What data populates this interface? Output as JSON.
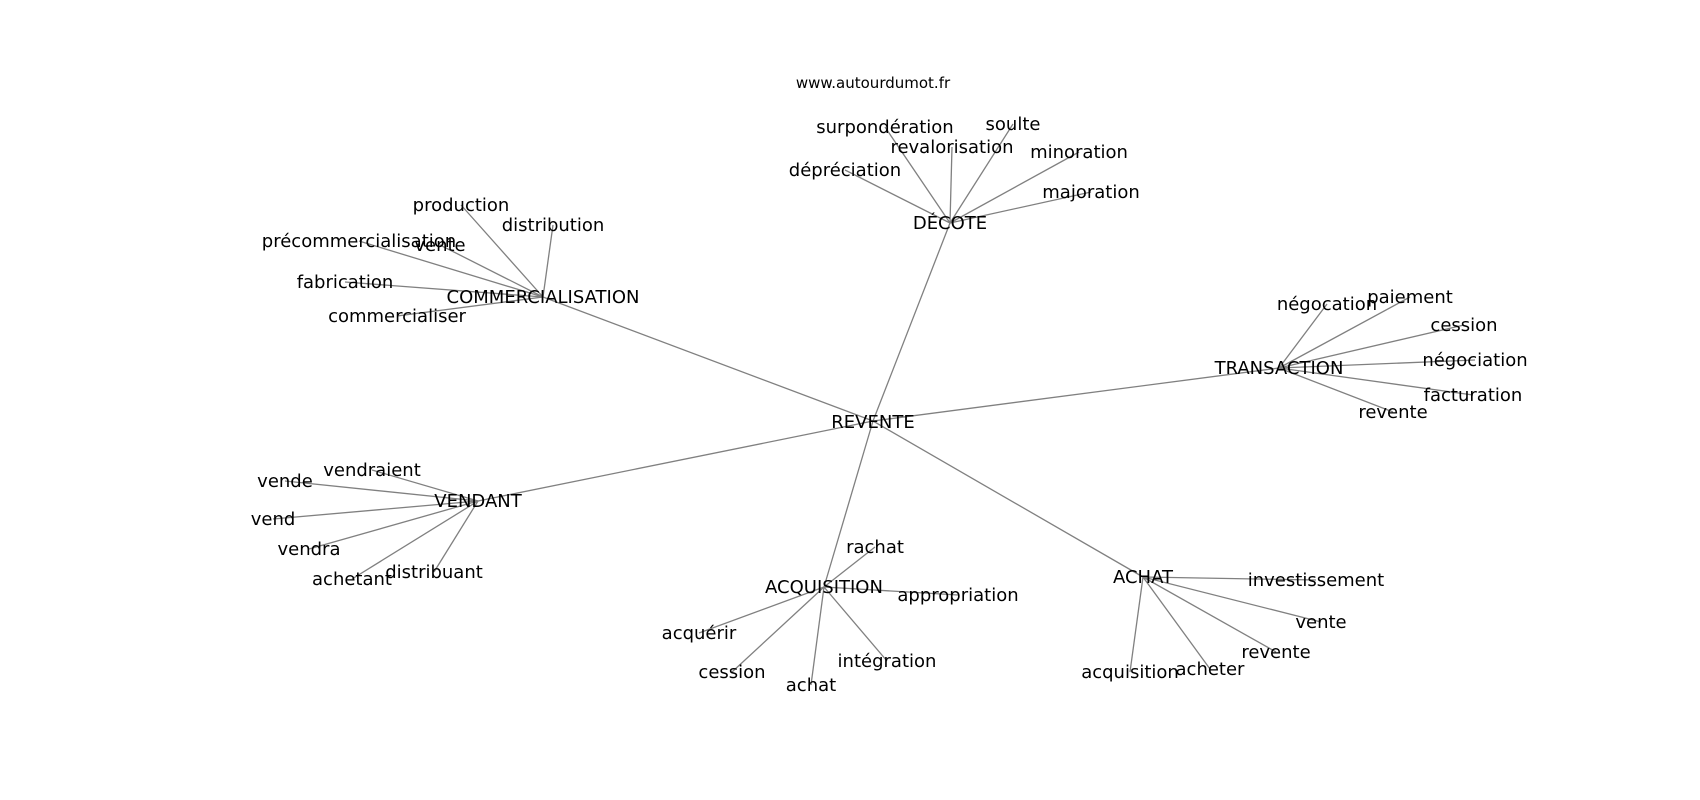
{
  "source": "www.autourdumot.fr",
  "center": "REVENTE",
  "groups": [
    {
      "label": "DÉCOTE",
      "terms": [
        "surpondération",
        "soulte",
        "revalorisation",
        "minoration",
        "dépréciation",
        "majoration"
      ]
    },
    {
      "label": "COMMERCIALISATION",
      "terms": [
        "production",
        "distribution",
        "précommercialisation",
        "vente",
        "fabrication",
        "commercialiser"
      ]
    },
    {
      "label": "TRANSACTION",
      "terms": [
        "négocation",
        "paiement",
        "cession",
        "négociation",
        "facturation",
        "revente"
      ]
    },
    {
      "label": "VENDANT",
      "terms": [
        "vendraient",
        "vende",
        "vend",
        "vendra",
        "achetant",
        "distribuant"
      ]
    },
    {
      "label": "ACQUISITION",
      "terms": [
        "rachat",
        "appropriation",
        "acquérir",
        "cession",
        "intégration",
        "achat"
      ]
    },
    {
      "label": "ACHAT",
      "terms": [
        "investissement",
        "vente",
        "revente",
        "acheter",
        "acquisition"
      ]
    }
  ]
}
